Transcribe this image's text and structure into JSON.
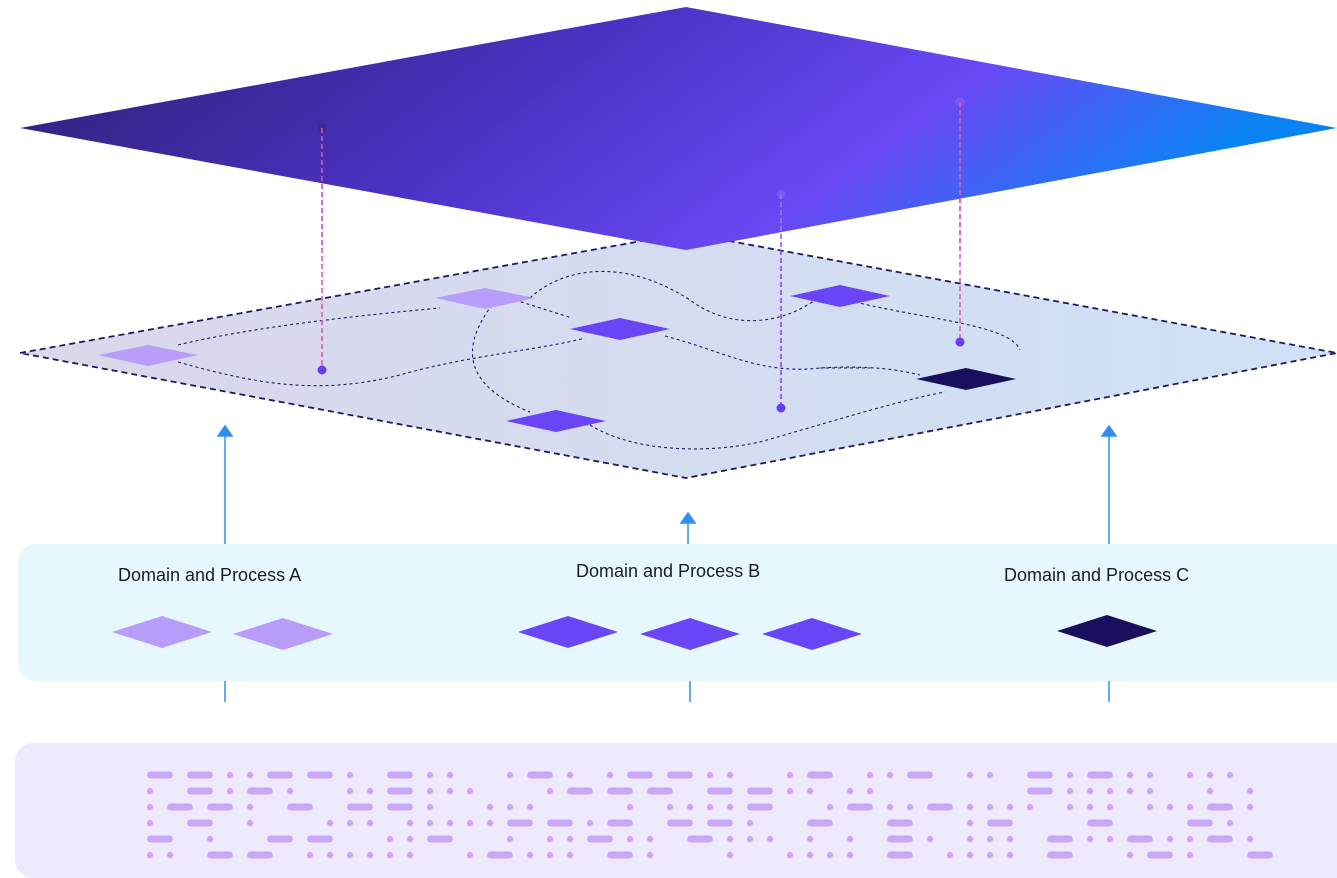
{
  "colors": {
    "top_plane_gradient": [
      "#2a1f6e",
      "#4a33c4",
      "#6a48f5",
      "#0a84f5"
    ],
    "mid_plane_fill": [
      "#dad7ea",
      "#cfe1f6"
    ],
    "mid_plane_border": "#1e1a5e",
    "connector_magenta": "#e05bb3",
    "connector_purple": "#7c4ff0",
    "dot_purple": "#6a3cf0",
    "arrow_blue": "#2f8ff0",
    "diamond_light": "#b79cf9",
    "diamond_mid": "#6946f5",
    "diamond_dark": "#1a0f5e",
    "domain_panel": "#e6f8fd",
    "data_panel": "#efe9fd",
    "data_pattern": "#c9a9f7"
  },
  "domains": [
    {
      "label": "Domain and Process A",
      "diamond_color": "light",
      "diamond_count": 2
    },
    {
      "label": "Domain and Process B",
      "diamond_color": "mid",
      "diamond_count": 3
    },
    {
      "label": "Domain and Process C",
      "diamond_color": "dark",
      "diamond_count": 1
    }
  ]
}
